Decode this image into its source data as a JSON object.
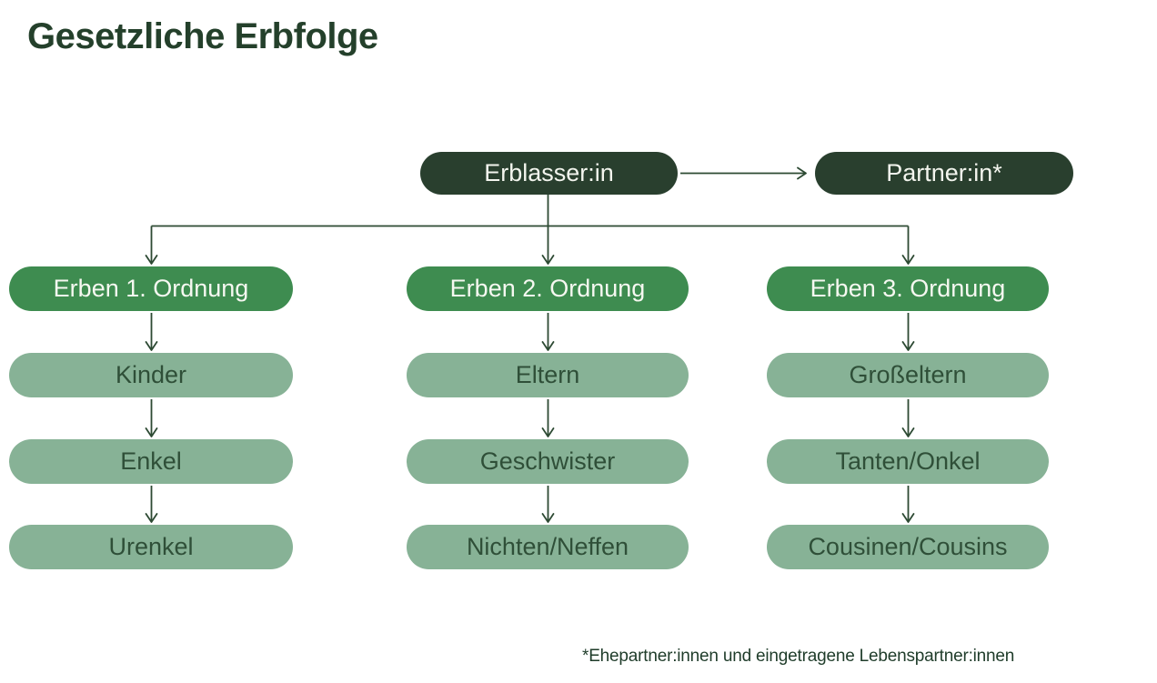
{
  "title": "Gesetzliche Erbfolge",
  "root": {
    "label": "Erblasser:in"
  },
  "partner": {
    "label": "Partner:in*"
  },
  "columns": [
    {
      "header": "Erben 1. Ordnung",
      "items": [
        "Kinder",
        "Enkel",
        "Urenkel"
      ]
    },
    {
      "header": "Erben 2. Ordnung",
      "items": [
        "Eltern",
        "Geschwister",
        "Nichten/Neffen"
      ]
    },
    {
      "header": "Erben 3. Ordnung",
      "items": [
        "Großeltern",
        "Tanten/Onkel",
        "Cousinen/Cousins"
      ]
    }
  ],
  "footnote": "*Ehepartner:innen und eingetragene Lebenspartner:innen",
  "colors": {
    "background": "#ffffff",
    "title_text": "#24402b",
    "node_dark": "#293f2e",
    "node_header": "#3e8c50",
    "node_item": "#87b296",
    "node_dark_text": "#f3f5ee",
    "node_item_text": "#2f4f38",
    "connector": "#2d4a33",
    "footnote_text": "#1f3c2a"
  }
}
